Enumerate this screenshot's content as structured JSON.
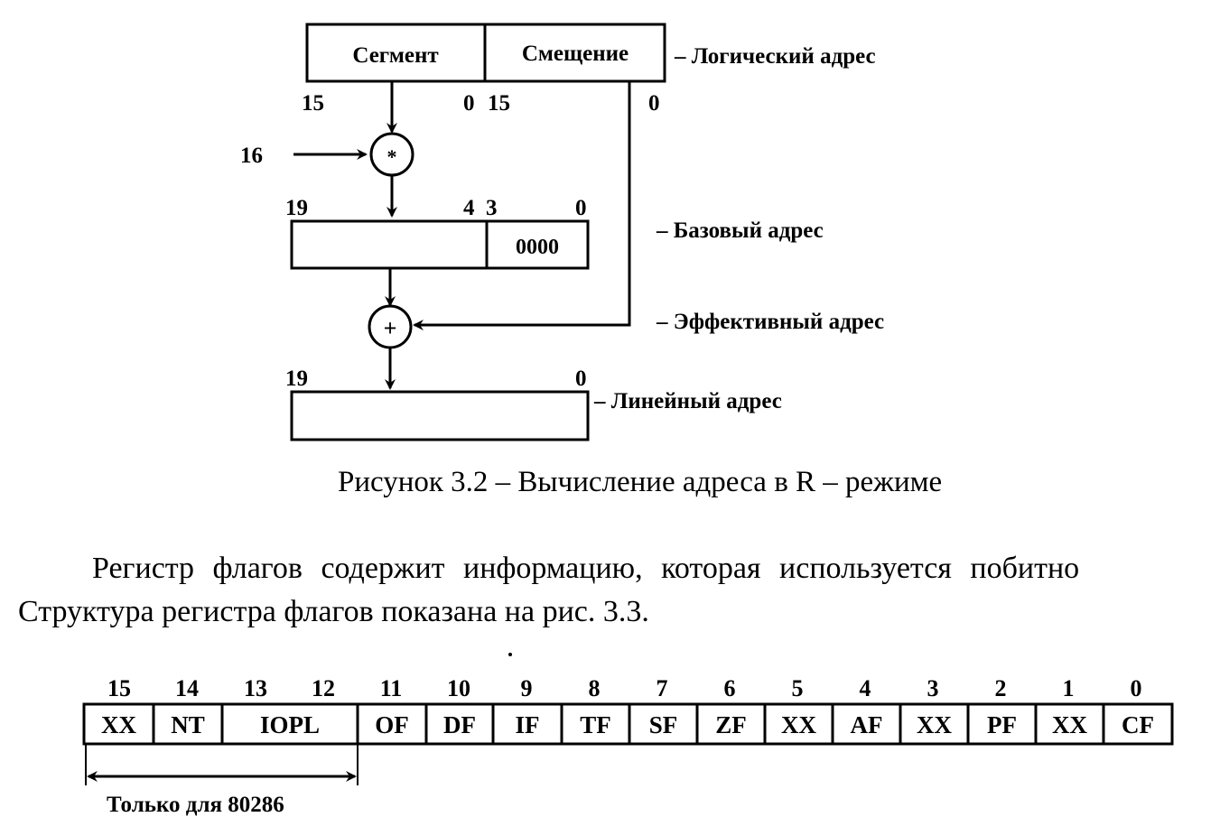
{
  "figure_3_2": {
    "segment_label": "Сегмент",
    "offset_label": "Смещение",
    "logical_address": "– Логический адрес",
    "seg_bit_hi": "15",
    "seg_bit_lo": "0",
    "off_bit_hi": "15",
    "off_bit_lo": "0",
    "multiplier": "16",
    "multiply_op": "*",
    "base_bit_hi": "19",
    "base_bit_mid_hi": "4",
    "base_bit_mid_lo": "3",
    "base_bit_lo": "0",
    "base_zeros": "0000",
    "base_address": "– Базовый адрес",
    "add_op": "+",
    "effective_address": "– Эффективный адрес",
    "lin_bit_hi": "19",
    "lin_bit_lo": "0",
    "linear_address": "– Линейный адрес"
  },
  "caption": "Рисунок 3.2 – Вычисление адреса в R – режиме",
  "paragraph": {
    "line1": "Регистр флагов содержит информацию, которая используется побитно",
    "line2": "Структура регистра флагов показана на рис. 3.3."
  },
  "flags_register": {
    "bit_numbers": [
      "15",
      "14",
      "13",
      "12",
      "11",
      "10",
      "9",
      "8",
      "7",
      "6",
      "5",
      "4",
      "3",
      "2",
      "1",
      "0"
    ],
    "fields": [
      "XX",
      "NT",
      "IOPL",
      "OF",
      "DF",
      "IF",
      "TF",
      "SF",
      "ZF",
      "XX",
      "AF",
      "XX",
      "PF",
      "XX",
      "CF"
    ],
    "note": "Только для 80286"
  }
}
